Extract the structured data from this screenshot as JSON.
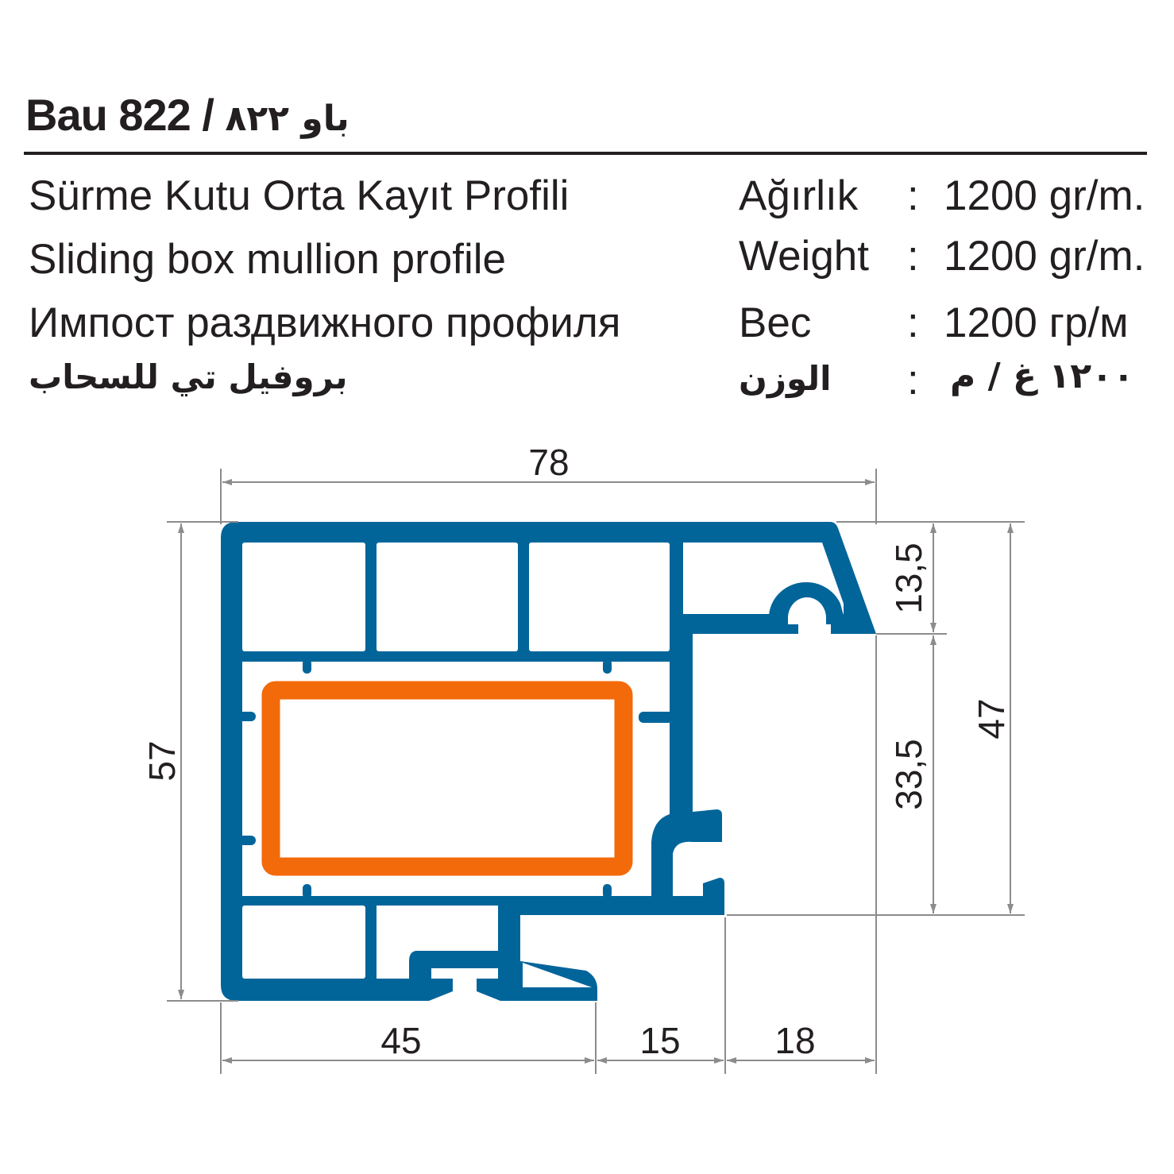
{
  "header": {
    "title_latin": "Bau 822 /",
    "title_arabic": "باو ٨٢٢"
  },
  "descriptions": [
    "Sürme Kutu Orta Kayıt Profili",
    "Sliding box mullion profile",
    "Импост раздвижного профиля",
    "بروفيل تي للسحاب"
  ],
  "weights": [
    {
      "label": "Ağırlık",
      "sep": ":",
      "value": "1200 gr/m."
    },
    {
      "label": "Weight",
      "sep": ":",
      "value": "1200 gr/m."
    },
    {
      "label": "Вес",
      "sep": ":",
      "value": "1200 гр/м"
    },
    {
      "label": "الوزن",
      "sep": ":",
      "value": "١٢٠٠ غ / م"
    }
  ],
  "dimensions": {
    "total_width": "78",
    "total_height": "57",
    "top_right_height": "13,5",
    "mid_right_height": "33,5",
    "right_height": "47",
    "bottom_left": "45",
    "bottom_mid": "15",
    "bottom_right": "18"
  },
  "colors": {
    "profile": "#02659a",
    "reinforcement": "#f26a0a",
    "dimension_lines": "#8c8c8c",
    "text": "#231f20"
  }
}
